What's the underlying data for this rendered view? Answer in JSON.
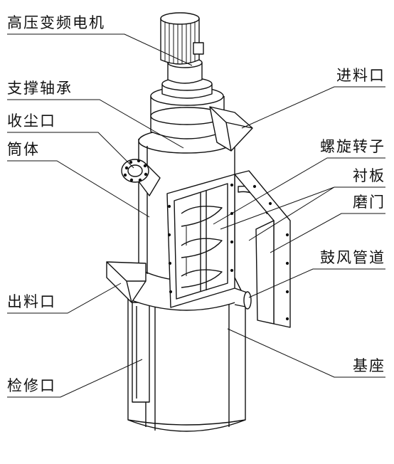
{
  "diagram": {
    "labels": {
      "motor": "高压变频电机",
      "bearing": "支撑轴承",
      "dust_port": "收尘口",
      "cylinder": "筒体",
      "outlet": "出料口",
      "inspection_port": "检修口",
      "inlet": "进料口",
      "spiral_rotor": "螺旋转子",
      "liner": "衬板",
      "mill_door": "磨门",
      "blower_duct": "鼓风管道",
      "base": "基座"
    }
  }
}
